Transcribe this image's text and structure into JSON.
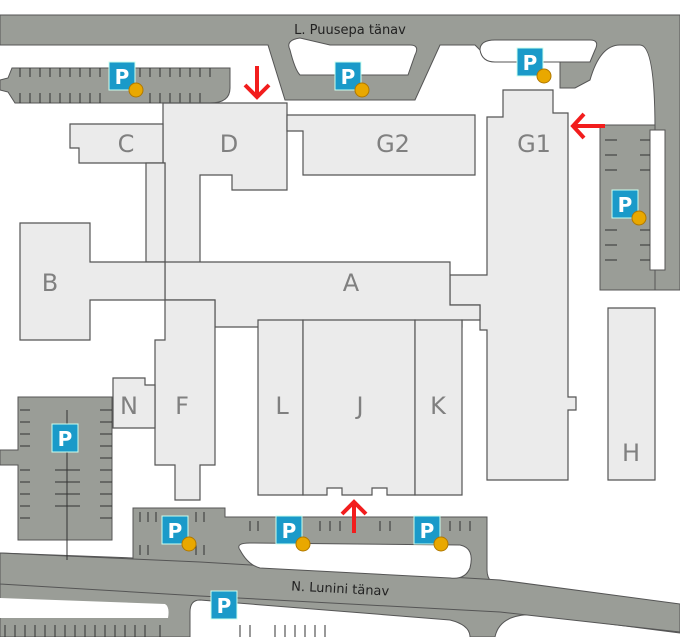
{
  "streets": {
    "top": "L. Puusepa tänav",
    "bottom": "N. Lunini tänav"
  },
  "buildings": {
    "A": "A",
    "B": "B",
    "C": "C",
    "D": "D",
    "F": "F",
    "G1": "G1",
    "G2": "G2",
    "H": "H",
    "J": "J",
    "K": "K",
    "L": "L",
    "N": "N"
  },
  "parking": {
    "label": "P"
  },
  "colors": {
    "road": "#9a9d97",
    "building": "#ebebeb",
    "parking_sign": "#1a9ac9",
    "arrow": "#f21d1d",
    "coin": "#e9a800"
  }
}
